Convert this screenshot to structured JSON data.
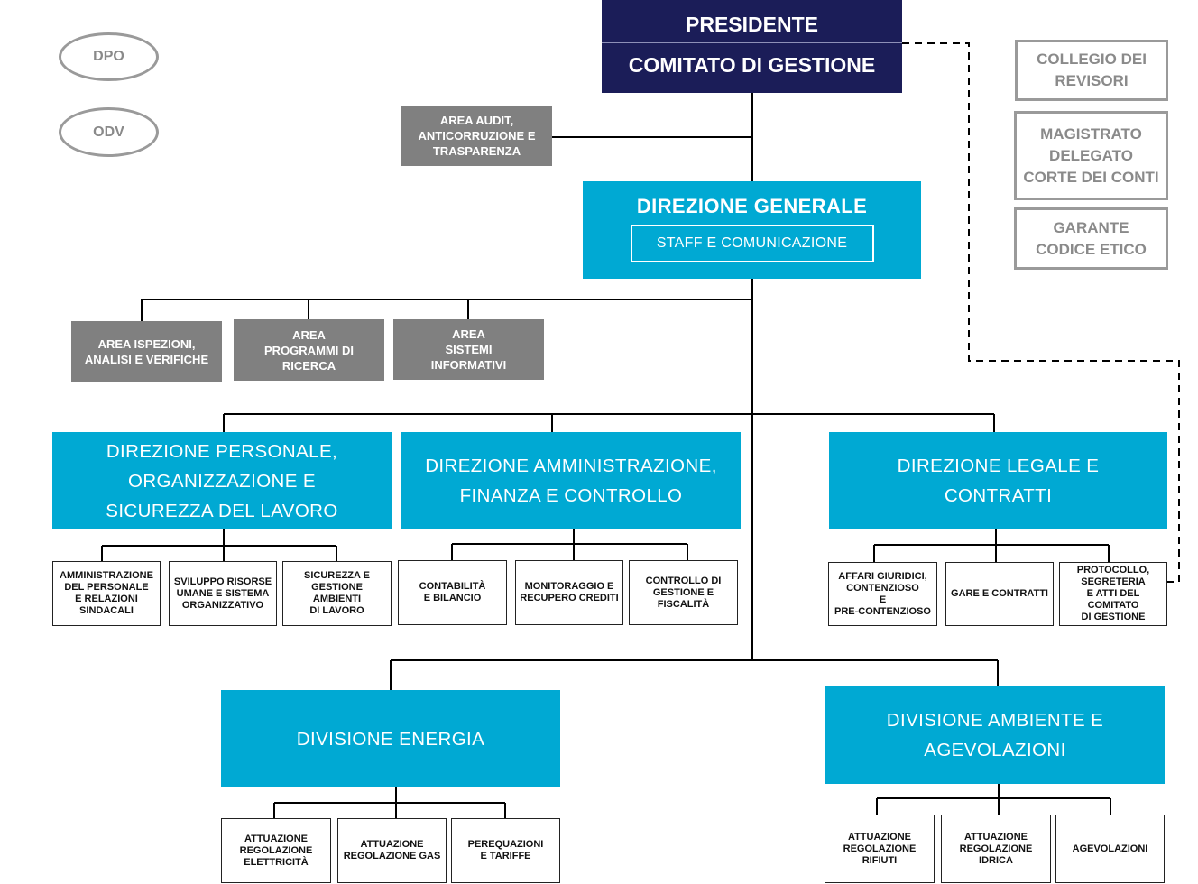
{
  "colors": {
    "navy": "#1b1d58",
    "cyan": "#00a9d3",
    "gray": "#808080",
    "outline": "#9a9a9a"
  },
  "ovals": {
    "dpo": "DPO",
    "odv": "ODV"
  },
  "top": {
    "presidente": "PRESIDENTE",
    "comitato": "COMITATO DI GESTIONE"
  },
  "audit": "AREA AUDIT,\nANTICORRUZIONE E\nTRASPARENZA",
  "controls": {
    "collegio": "COLLEGIO DEI\nREVISORI",
    "magistrato": "MAGISTRATO\nDELEGATO\nCORTE DEI CONTI",
    "garante": "GARANTE\nCODICE ETICO"
  },
  "dg": {
    "title": "DIREZIONE GENERALE",
    "staff": "STAFF E COMUNICAZIONE"
  },
  "areas": {
    "ispezioni": "AREA ISPEZIONI,\nANALISI E VERIFICHE",
    "programmi": "AREA\nPROGRAMMI DI\nRICERCA",
    "sistemi": "AREA\nSISTEMI\nINFORMATIVI"
  },
  "direzioni": {
    "personale": {
      "title": "DIREZIONE PERSONALE,\nORGANIZZAZIONE E\nSICUREZZA DEL LAVORO",
      "units": [
        "AMMINISTRAZIONE\nDEL PERSONALE\nE RELAZIONI\nSINDACALI",
        "SVILUPPO RISORSE\nUMANE E SISTEMA\nORGANIZZATIVO",
        "SICUREZZA E\nGESTIONE\nAMBIENTI\nDI LAVORO"
      ]
    },
    "amministrazione": {
      "title": "DIREZIONE AMMINISTRAZIONE,\nFINANZA E CONTROLLO",
      "units": [
        "CONTABILITÀ\nE BILANCIO",
        "MONITORAGGIO E\nRECUPERO CREDITI",
        "CONTROLLO DI\nGESTIONE E\nFISCALITÀ"
      ]
    },
    "legale": {
      "title": "DIREZIONE LEGALE E\nCONTRATTI",
      "units": [
        "AFFARI GIURIDICI,\nCONTENZIOSO\nE\nPRE-CONTENZIOSO",
        "GARE E CONTRATTI",
        "PROTOCOLLO,\nSEGRETERIA\nE ATTI DEL\nCOMITATO\nDI GESTIONE"
      ]
    }
  },
  "divisioni": {
    "energia": {
      "title": "DIVISIONE ENERGIA",
      "units": [
        "ATTUAZIONE\nREGOLAZIONE\nELETTRICITÀ",
        "ATTUAZIONE\nREGOLAZIONE GAS",
        "PEREQUAZIONI\nE TARIFFE"
      ]
    },
    "ambiente": {
      "title": "DIVISIONE AMBIENTE E\nAGEVOLAZIONI",
      "units": [
        "ATTUAZIONE\nREGOLAZIONE\nRIFIUTI",
        "ATTUAZIONE\nREGOLAZIONE\nIDRICA",
        "AGEVOLAZIONI"
      ]
    }
  }
}
